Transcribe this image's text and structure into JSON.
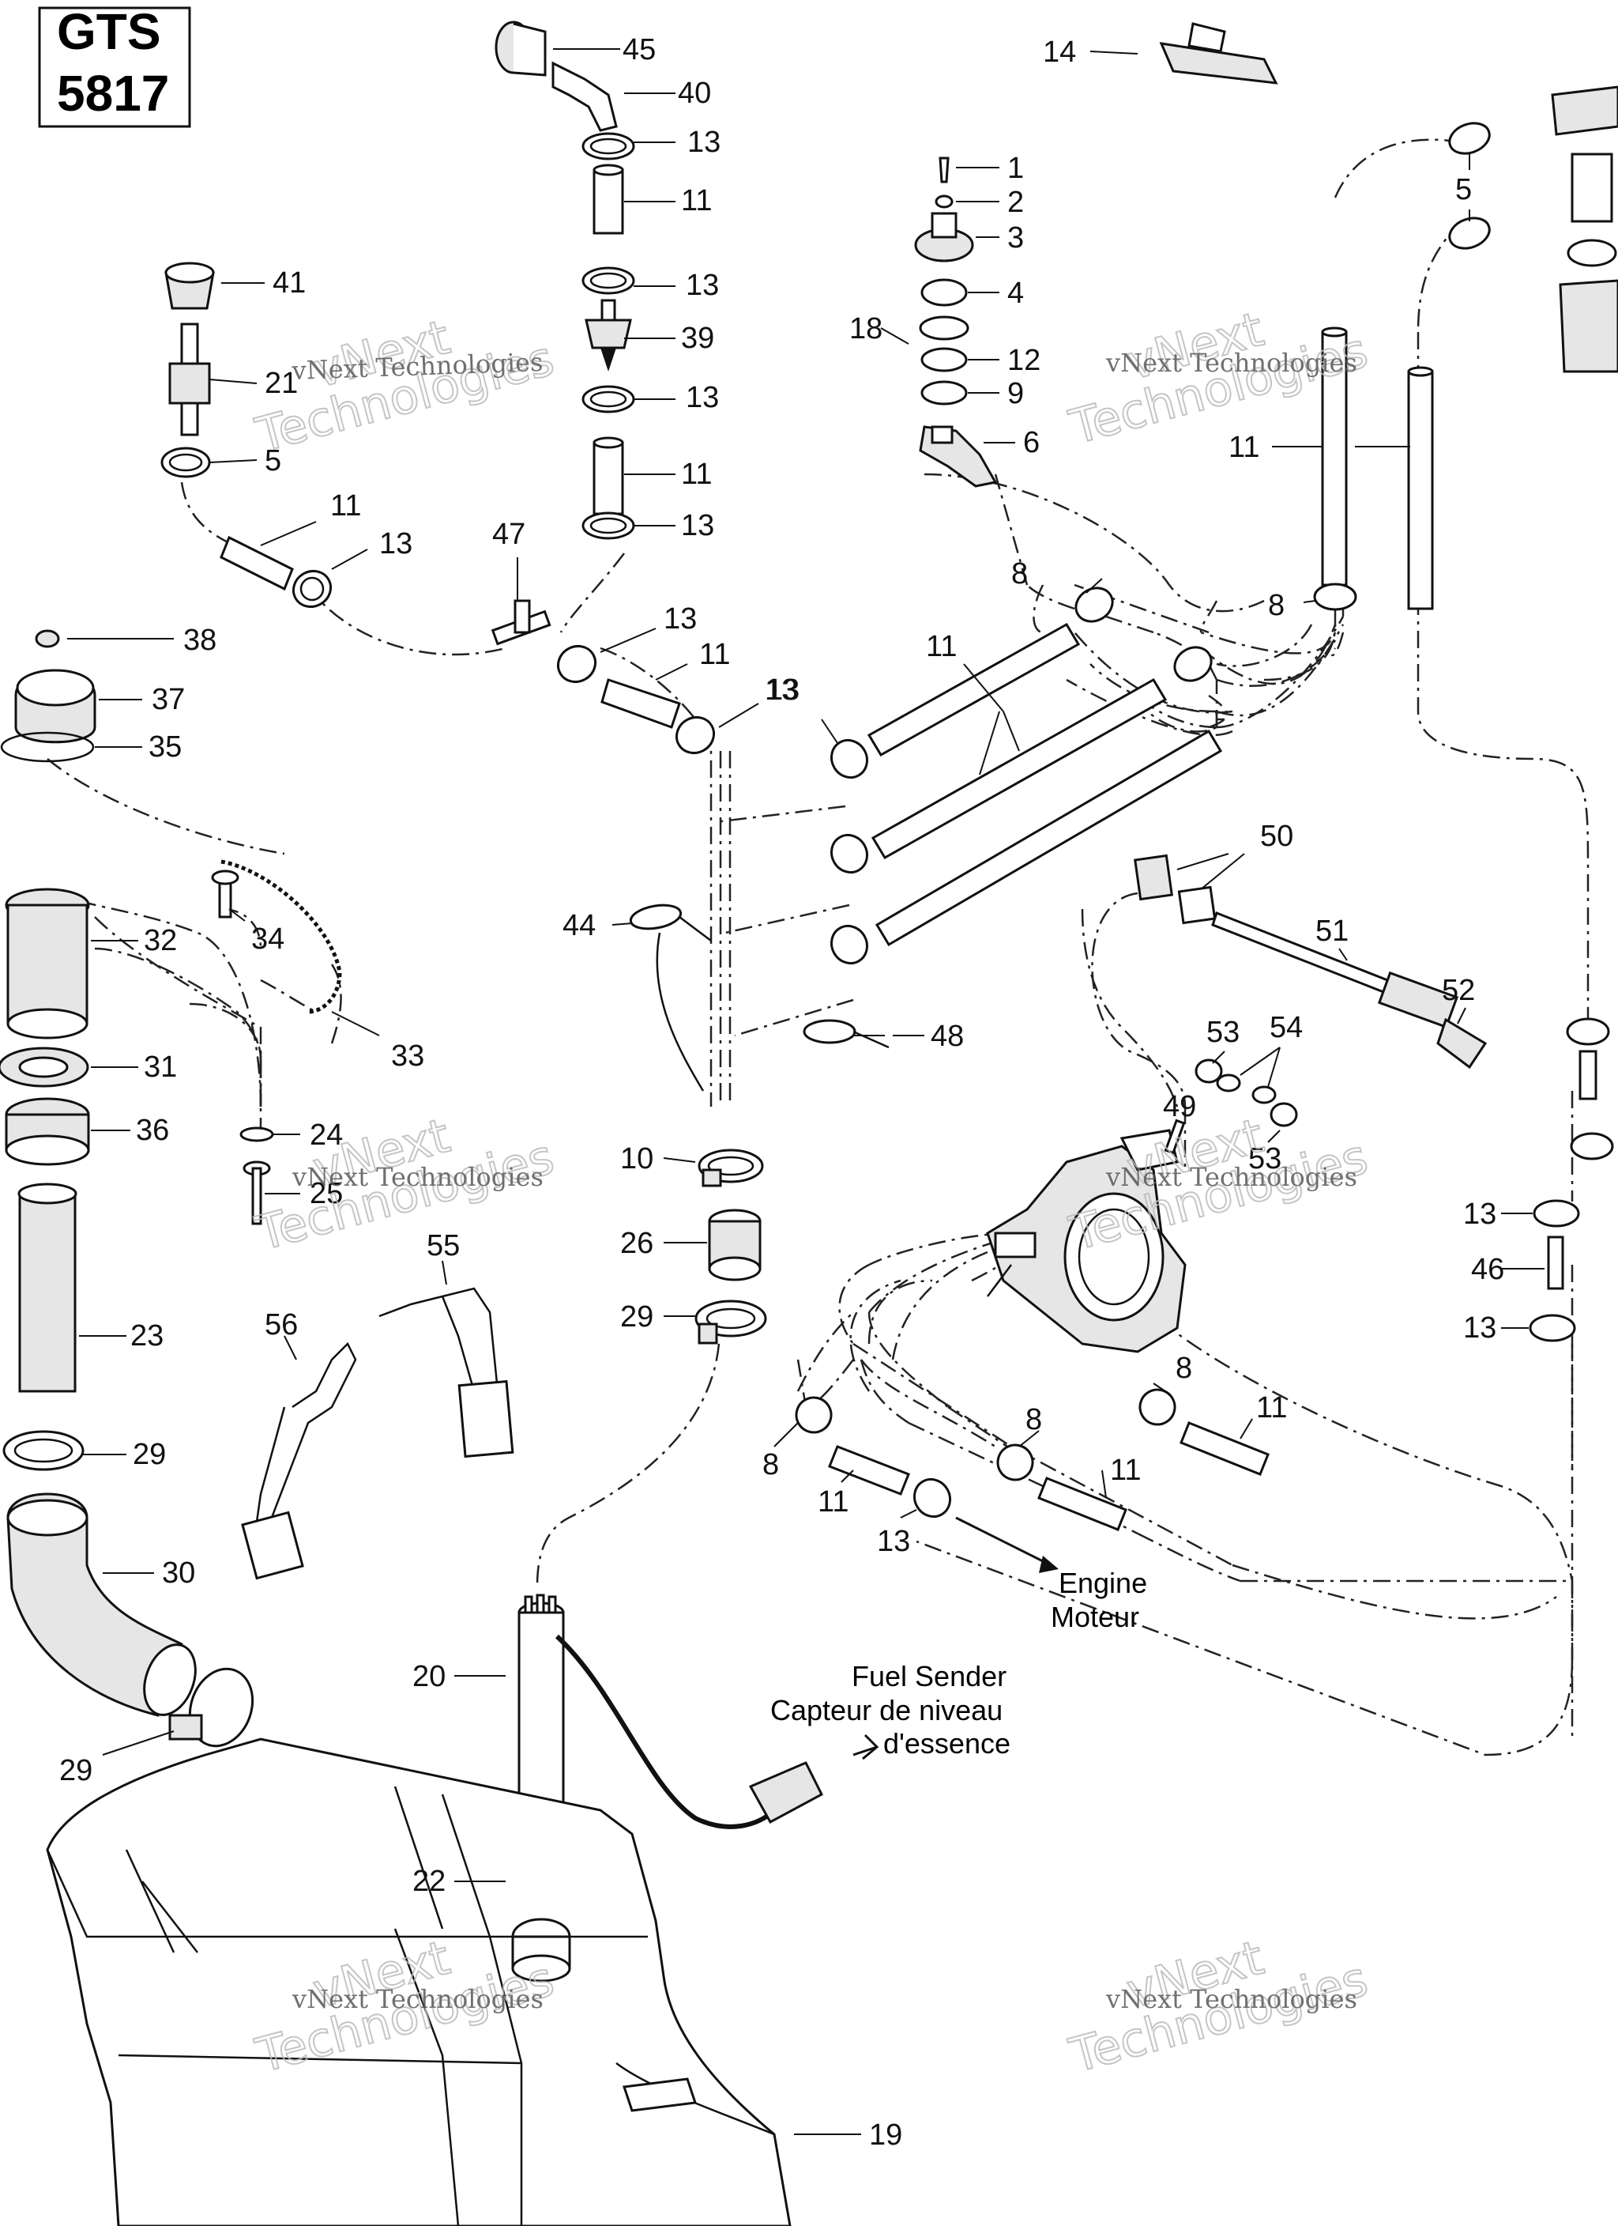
{
  "title": {
    "line1": "GTS",
    "line2": "5817"
  },
  "callouts": {
    "c1": "1",
    "c2": "2",
    "c3": "3",
    "c4": "4",
    "c5a": "5",
    "c5b": "5",
    "c6": "6",
    "c8a": "8",
    "c8b": "8",
    "c8c": "8",
    "c8d": "8",
    "c8e": "8",
    "c9": "9",
    "c10": "10",
    "c11a": "11",
    "c11b": "11",
    "c11c": "11",
    "c11d": "11",
    "c11e": "11",
    "c11f": "11",
    "c11g": "11",
    "c11h": "11",
    "c12": "12",
    "c13a": "13",
    "c13b": "13",
    "c13c": "13",
    "c13d": "13",
    "c13e": "13",
    "c13f": "13",
    "c13g": "13",
    "c13h": "13",
    "c13i": "13",
    "c13j": "13",
    "c14": "14",
    "c18": "18",
    "c19": "19",
    "c20": "20",
    "c21": "21",
    "c22": "22",
    "c23": "23",
    "c24": "24",
    "c25": "25",
    "c26": "26",
    "c29a": "29",
    "c29b": "29",
    "c29c": "29",
    "c30": "30",
    "c31": "31",
    "c32": "32",
    "c33": "33",
    "c34": "34",
    "c35": "35",
    "c36": "36",
    "c37": "37",
    "c38": "38",
    "c39": "39",
    "c40": "40",
    "c41": "41",
    "c44": "44",
    "c45": "45",
    "c46": "46",
    "c47": "47",
    "c48": "48",
    "c49": "49",
    "c50": "50",
    "c51": "51",
    "c52": "52",
    "c53a": "53",
    "c53b": "53",
    "c54": "54",
    "c55": "55",
    "c56": "56"
  },
  "notes": {
    "engine_en": "Engine",
    "engine_fr": "Moteur",
    "sender_en": "Fuel Sender",
    "sender_fr1": "Capteur de niveau",
    "sender_fr2": "d'essence"
  },
  "watermark": {
    "line1": "vNext Technologies",
    "line2": "vNext",
    "line3": "Technologies"
  }
}
